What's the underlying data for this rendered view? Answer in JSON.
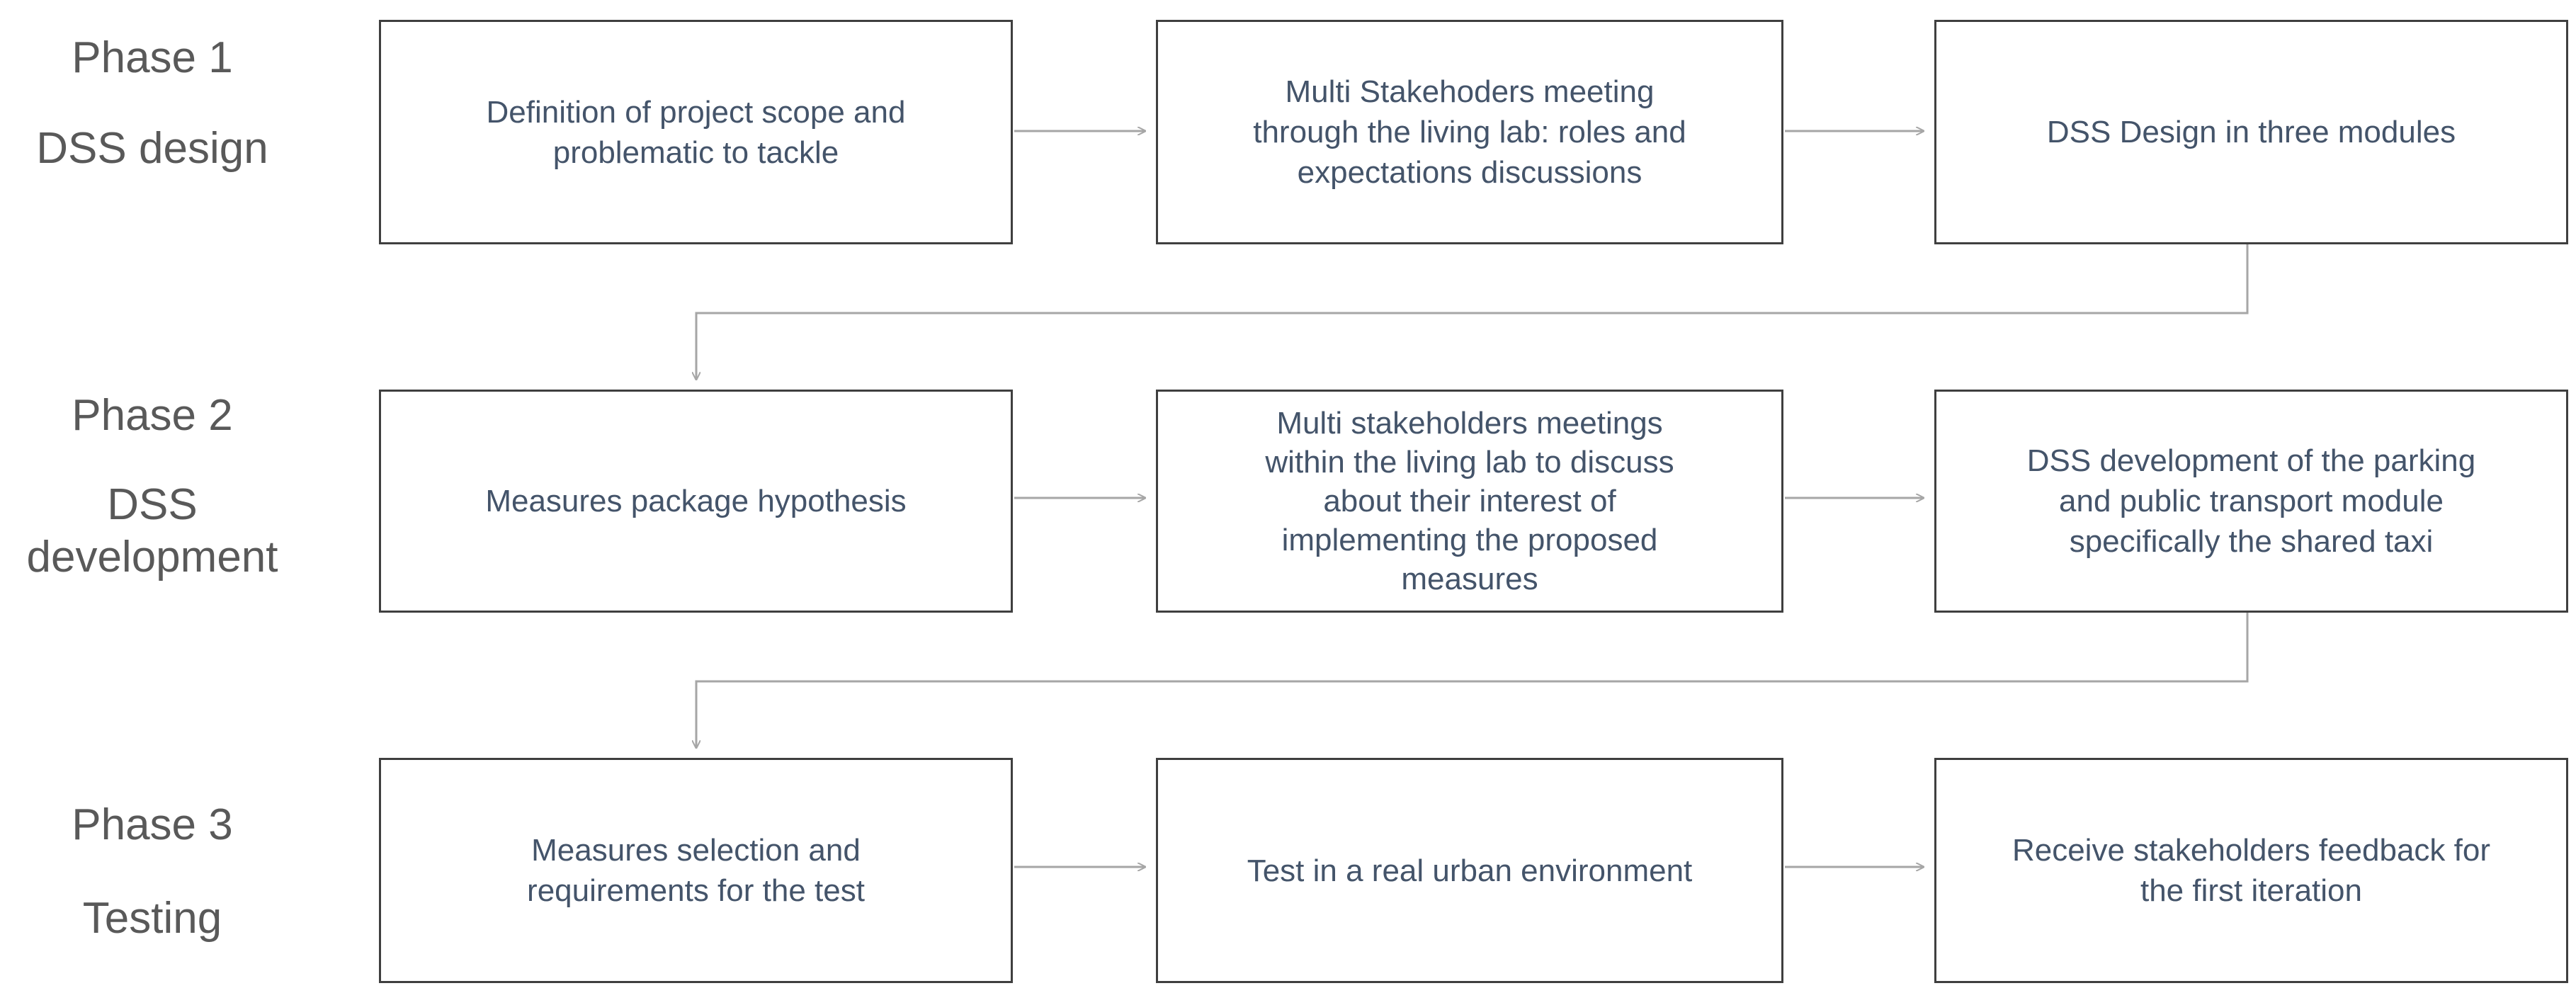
{
  "colors": {
    "box_border": "#3f3f3f",
    "box_text": "#44546a",
    "phase_text": "#595959",
    "connector": "#a6a6a6"
  },
  "phases": [
    {
      "title": "Phase 1",
      "name": "DSS design",
      "steps": [
        "Definition of project scope and\nproblematic to tackle",
        "Multi Stakehoders meeting\nthrough the living lab: roles and\nexpectations discussions",
        "DSS Design in three modules"
      ]
    },
    {
      "title": "Phase 2",
      "name": "DSS\ndevelopment",
      "steps": [
        "Measures package hypothesis",
        "Multi stakeholders meetings\nwithin the living lab to discuss\nabout their interest of\nimplementing the proposed\nmeasures",
        "DSS development of the parking\nand public transport module\nspecifically the shared taxi"
      ]
    },
    {
      "title": "Phase 3",
      "name": "Testing",
      "steps": [
        "Measures selection and\nrequirements for the test",
        "Test in a real urban environment",
        "Receive stakeholders feedback for\nthe first iteration"
      ]
    }
  ]
}
